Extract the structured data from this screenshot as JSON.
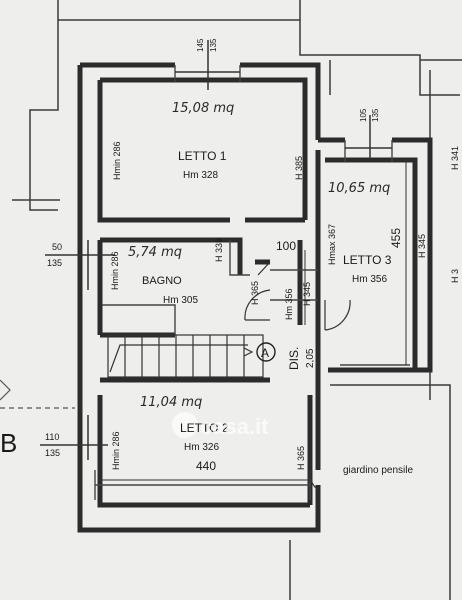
{
  "rooms": {
    "letto1": {
      "name": "LETTO 1",
      "hm": "Hm 328",
      "area": "15,08 mq",
      "hmin": "Hmin 286",
      "h": "H 385"
    },
    "letto2": {
      "name": "LETTO 2",
      "hm": "Hm 326",
      "area": "11,04 mq",
      "hmin": "Hmin 286",
      "h": "H 365",
      "width": "440"
    },
    "letto3": {
      "name": "LETTO 3",
      "hm": "Hm 356",
      "area": "10,65 mq",
      "hmax": "Hmax 367",
      "h": "H 345",
      "width": "455"
    },
    "bagno": {
      "name": "BAGNO",
      "hm": "Hm 305",
      "area": "5,74 mq",
      "hmin": "Hmin 286",
      "h": "H 336"
    },
    "dis": {
      "name": "DIS.",
      "dim": "2,05",
      "h": "H 365",
      "hm": "Hm 356",
      "h2": "H 345"
    },
    "giardino": {
      "name": "giardino pensile"
    }
  },
  "windows": {
    "top": {
      "a": "145",
      "b": "135"
    },
    "right": {
      "a": "105",
      "b": "135"
    },
    "left_bagno": {
      "a": "50",
      "b": "135"
    },
    "left_letto2": {
      "a": "110",
      "b": "135"
    }
  },
  "labels": {
    "door": "100",
    "marker": "A",
    "h341": "H 341",
    "h_right": "H 3",
    "section": "B"
  },
  "watermark": "casa.it"
}
